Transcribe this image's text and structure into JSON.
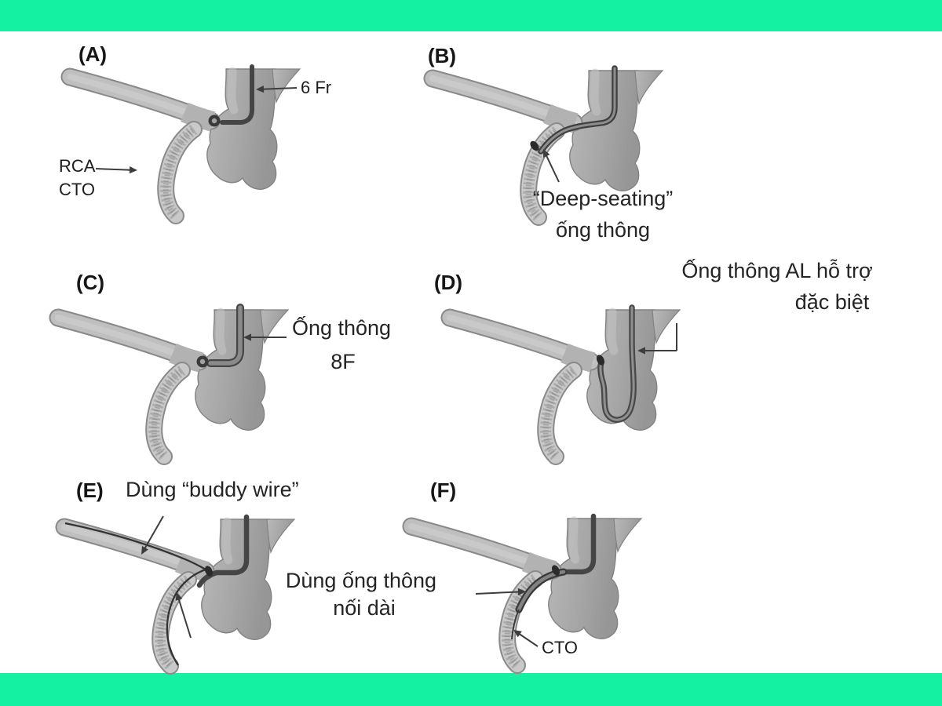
{
  "theme": {
    "accent_bar_color": "#14f1a3",
    "background": "#ffffff",
    "text_color": "#1d1d1d",
    "arrow_color": "#3d3d3d"
  },
  "figure": {
    "description": "Six-panel medical illustration of catheter support techniques for RCA CTO",
    "panels": [
      {
        "id": "A",
        "label": "(A)",
        "annotations": {
          "catheter_size": "6 Fr",
          "artery_line1": "RCA",
          "artery_line2": "CTO"
        }
      },
      {
        "id": "B",
        "label": "(B)",
        "caption": {
          "line1": "“Deep-seating”",
          "line2": "ống thông"
        }
      },
      {
        "id": "C",
        "label": "(C)",
        "caption": {
          "line1": "Ống thông",
          "line2": "8F"
        }
      },
      {
        "id": "D",
        "label": "(D)",
        "caption": {
          "line1": "Ống thông AL hỗ trợ",
          "line2": "đặc biệt"
        }
      },
      {
        "id": "E",
        "label": "(E)",
        "caption": {
          "line1": "Dùng “buddy wire”"
        }
      },
      {
        "id": "F",
        "label": "(F)",
        "caption": {
          "line1": "Dùng ống thông",
          "line2": "nối dài"
        },
        "annotations": {
          "occlusion": "CTO"
        }
      }
    ]
  }
}
